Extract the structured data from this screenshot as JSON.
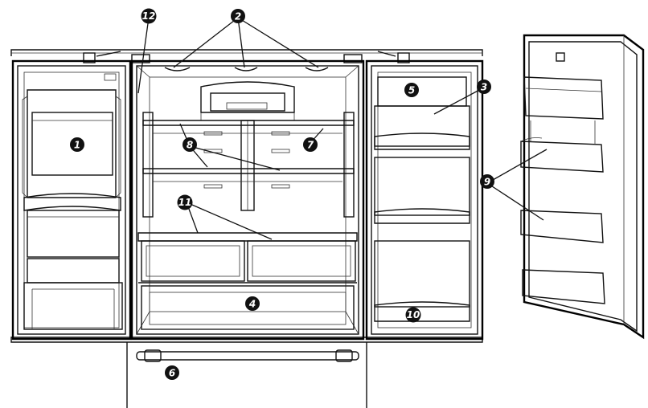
{
  "callouts": {
    "c1": "1",
    "c2": "2",
    "c3": "3",
    "c4": "4",
    "c5": "5",
    "c6": "6",
    "c7": "7",
    "c8": "8",
    "c9": "9",
    "c10": "10",
    "c11": "11",
    "c12": "12"
  },
  "colors": {
    "ink": "#111111",
    "background": "#ffffff"
  }
}
